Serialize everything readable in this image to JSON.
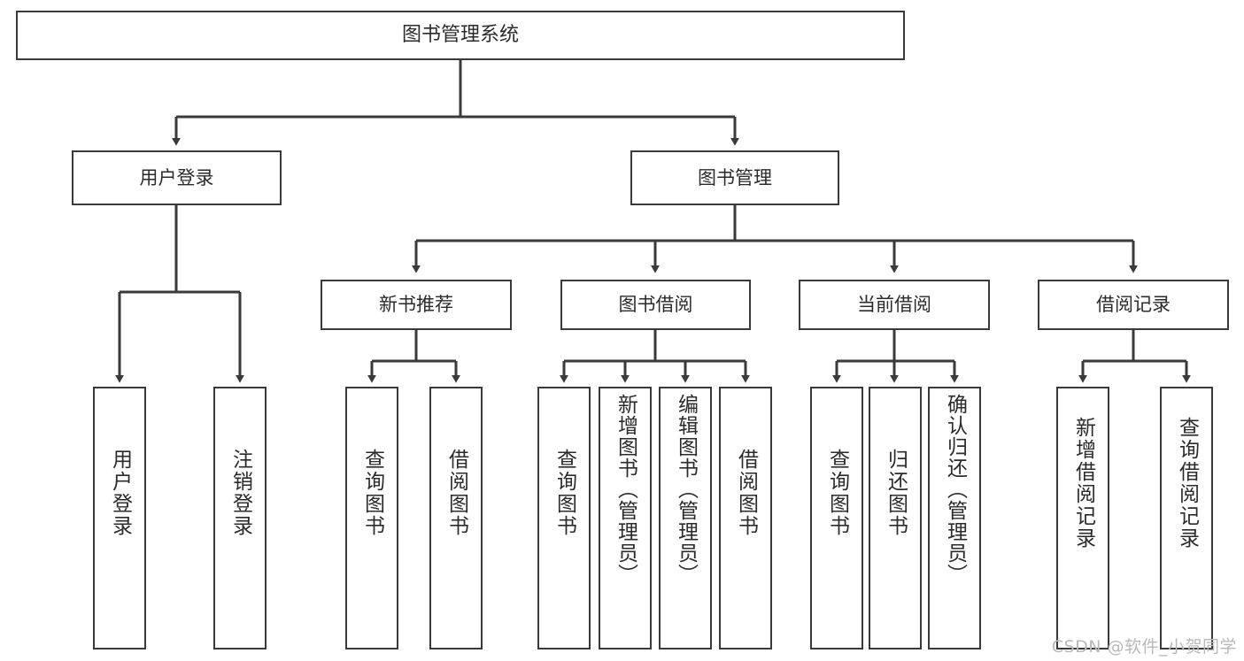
{
  "diagram": {
    "title": "图书管理系统",
    "type": "tree-hierarchy",
    "watermark": "CSDN @软件_小贺同学",
    "stroke_color": "#3a3a3a",
    "fill_color": "#ffffff",
    "text_color": "#2b2b2b"
  },
  "nodes": {
    "root": {
      "label": "图书管理系统",
      "level": 1
    },
    "l2": [
      {
        "id": "user-login",
        "label": "用户登录",
        "level": 2
      },
      {
        "id": "book-management",
        "label": "图书管理",
        "level": 2
      }
    ],
    "l3": [
      {
        "id": "new-book-recommend",
        "label": "新书推荐",
        "level": 3
      },
      {
        "id": "book-borrow",
        "label": "图书借阅",
        "level": 3
      },
      {
        "id": "current-borrow",
        "label": "当前借阅",
        "level": 3
      },
      {
        "id": "borrow-record",
        "label": "借阅记录",
        "level": 3
      }
    ],
    "leaves": {
      "user-login": [
        {
          "id": "leaf-user-login",
          "label": "用户登录"
        },
        {
          "id": "leaf-user-logout",
          "label": "注销登录"
        }
      ],
      "new-book-recommend": [
        {
          "id": "leaf-query-book-1",
          "label": "查询图书"
        },
        {
          "id": "leaf-borrow-book-1",
          "label": "借阅图书"
        }
      ],
      "book-borrow": [
        {
          "id": "leaf-query-book-2",
          "label": "查询图书"
        },
        {
          "id": "leaf-add-book-admin",
          "label": "新增图书（管理员）"
        },
        {
          "id": "leaf-edit-book-admin",
          "label": "编辑图书（管理员）"
        },
        {
          "id": "leaf-borrow-book-2",
          "label": "借阅图书"
        }
      ],
      "current-borrow": [
        {
          "id": "leaf-query-book-3",
          "label": "查询图书"
        },
        {
          "id": "leaf-return-book",
          "label": "归还图书"
        },
        {
          "id": "leaf-confirm-return-admin",
          "label": "确认归还（管理员）"
        }
      ],
      "borrow-record": [
        {
          "id": "leaf-add-borrow-record",
          "label": "新增借阅记录"
        },
        {
          "id": "leaf-query-borrow-record",
          "label": "查询借阅记录"
        }
      ]
    }
  }
}
